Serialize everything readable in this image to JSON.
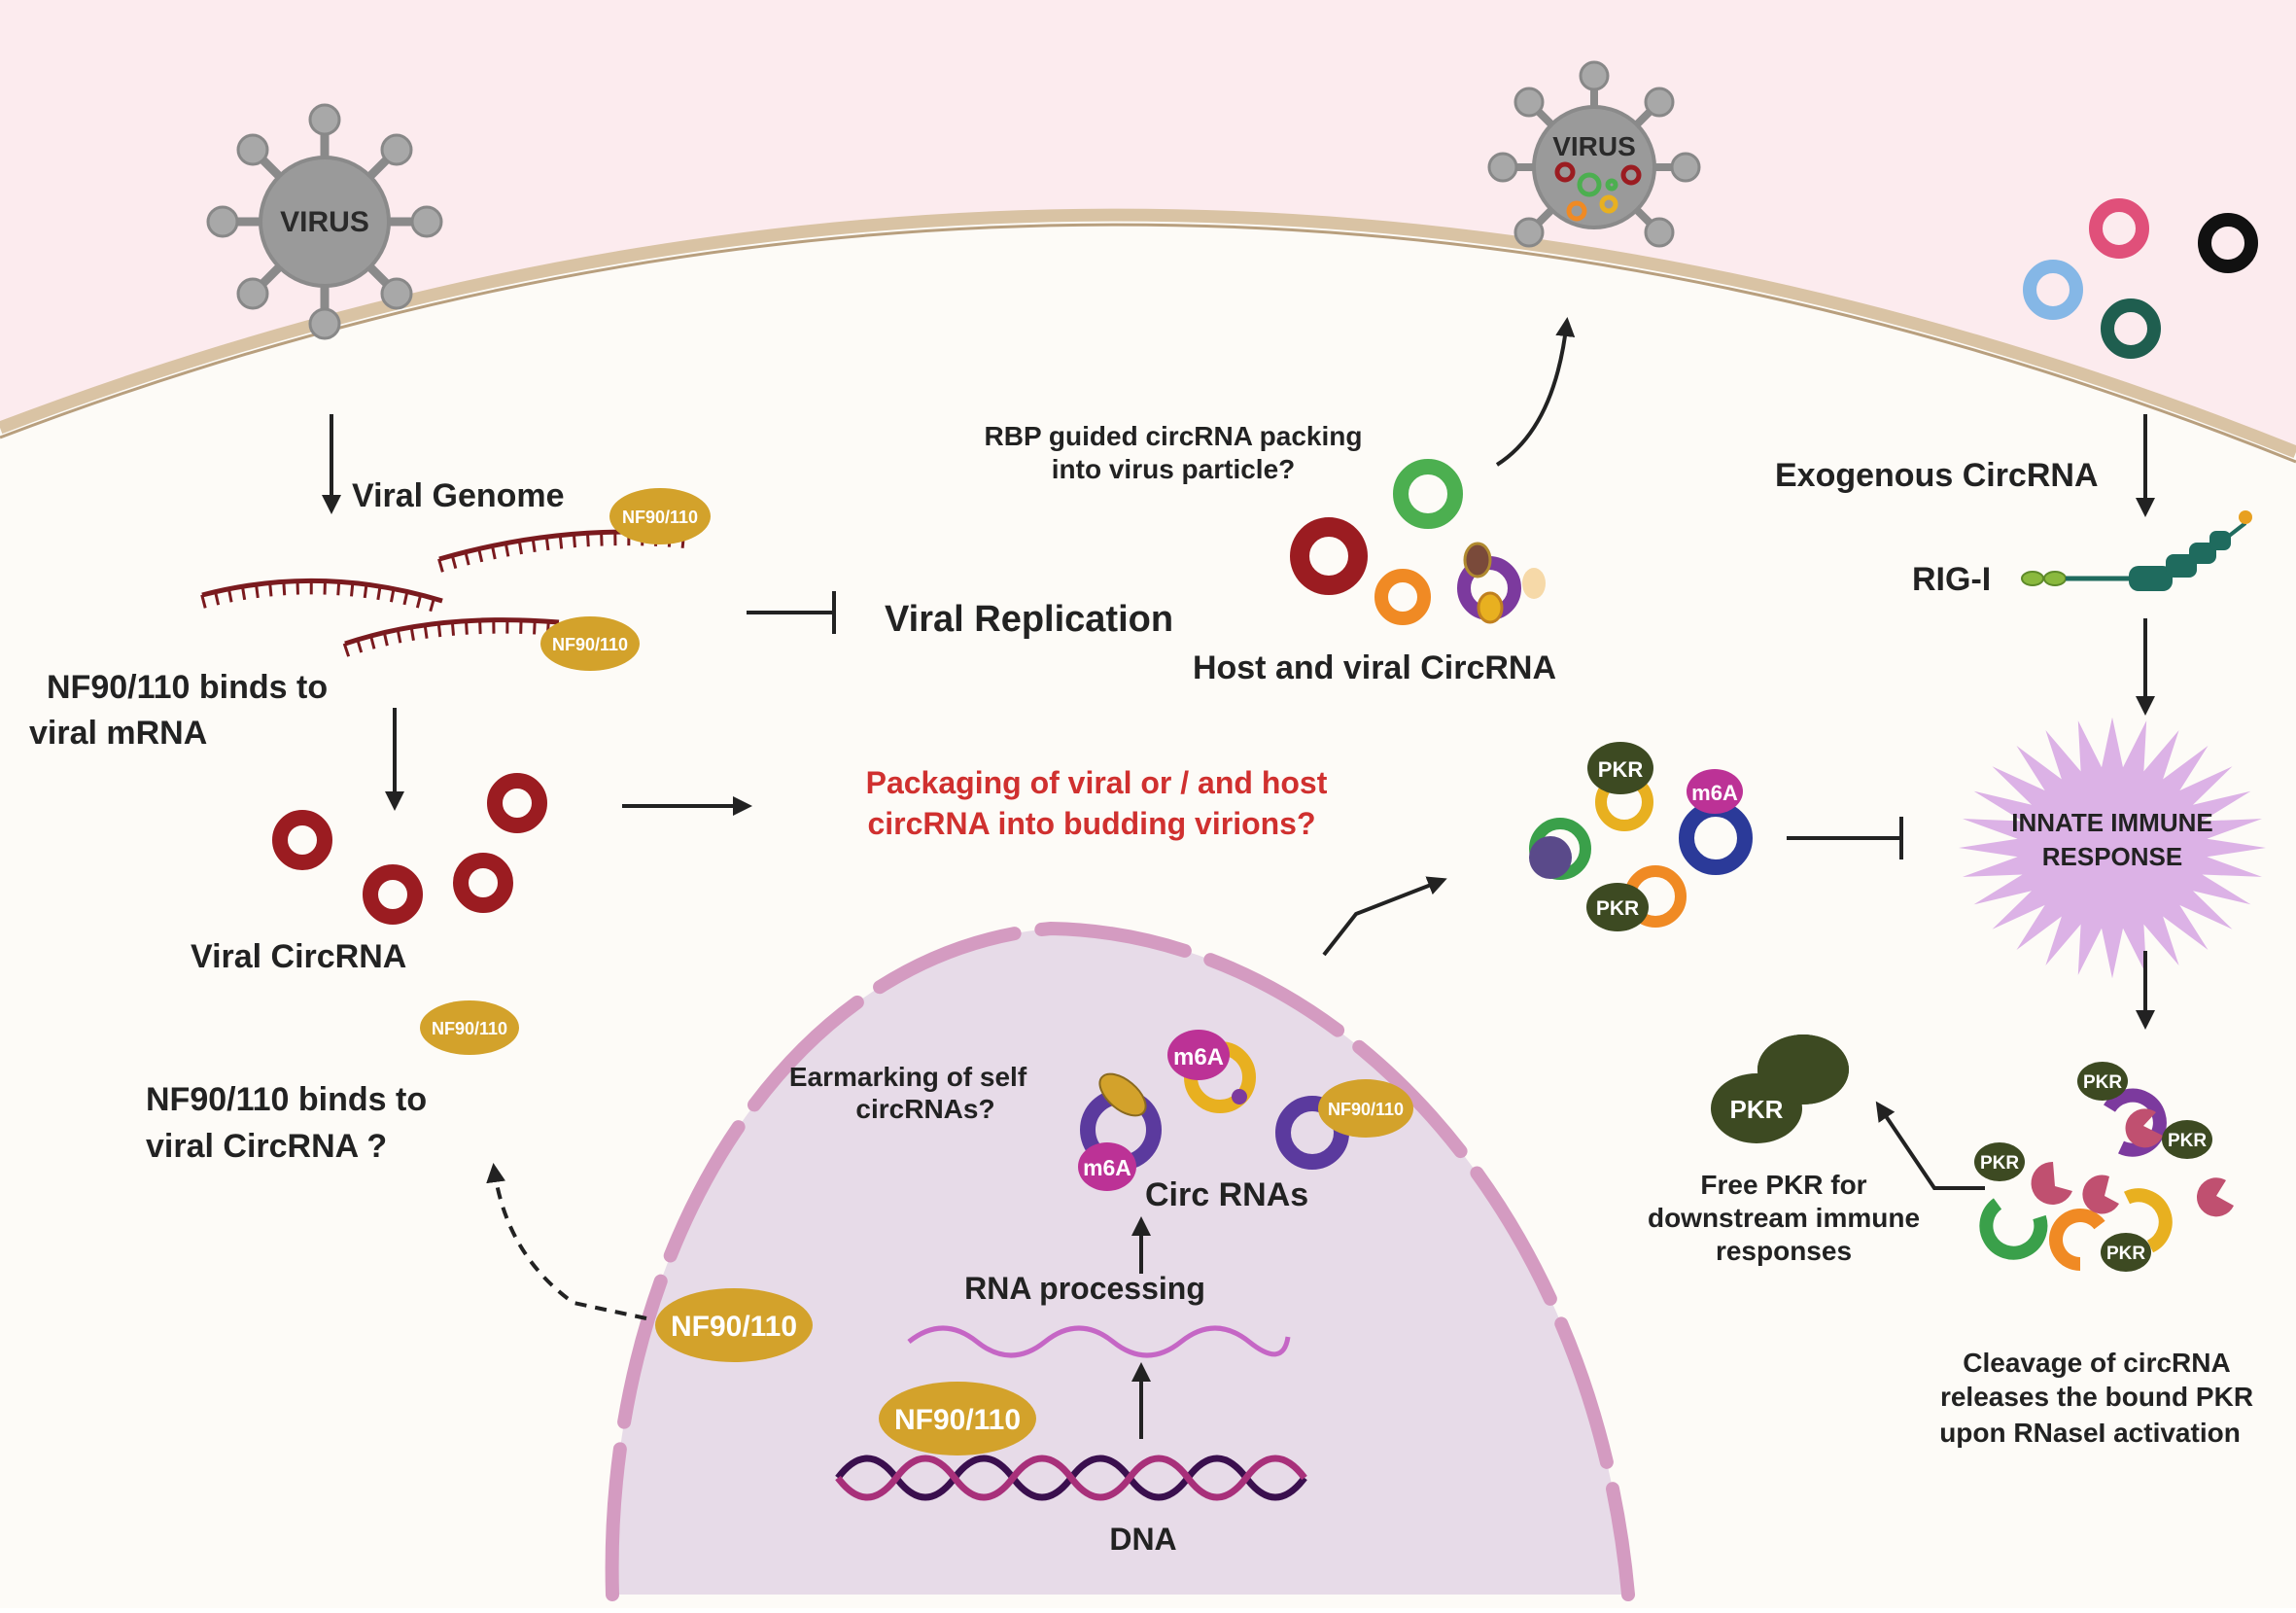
{
  "colors": {
    "outside": "#fcebee",
    "cytoplasm": "#fdfbf7",
    "membrane": "#d9c3a4",
    "membrane_edge": "#b89f7e",
    "nucleus": "#e7dbe8",
    "nucleus_edge": "#d49bc1",
    "virus": "#9a9a9a",
    "nf90": "#d3a22b",
    "viral_red": "#9b1c21",
    "pkr": "#3d4a22",
    "m6a": "#bc3296",
    "question_red": "#d0302f",
    "spike": "#dcb2e6",
    "text": "#222222"
  },
  "labels": {
    "virus_left": "VIRUS",
    "virus_right": "VIRUS",
    "viral_genome": "Viral Genome",
    "nf90_binds_mrna_1": "NF90/110 binds to",
    "nf90_binds_mrna_2": "viral mRNA",
    "viral_replication": "Viral Replication",
    "viral_circrna": "Viral CircRNA",
    "nf90_binds_circ_1": "NF90/110 binds to",
    "nf90_binds_circ_2": "viral CircRNA ?",
    "packaging_1": "Packaging of viral  or / and host",
    "packaging_2": "circRNA  into budding virions?",
    "rbp_1": "RBP guided circRNA packing",
    "rbp_2": "into virus particle?",
    "host_viral": "Host and viral CircRNA",
    "exogenous": "Exogenous CircRNA",
    "rigi": "RIG-I",
    "innate_1": "INNATE IMMUNE",
    "innate_2": "RESPONSE",
    "free_pkr_1": "Free PKR for",
    "free_pkr_2": "downstream immune",
    "free_pkr_3": "responses",
    "cleavage_1": "Cleavage of circRNA",
    "cleavage_2": "releases the bound PKR",
    "cleavage_3": "upon RNaseI activation",
    "earmarking_1": "Earmarking of self",
    "earmarking_2": "circRNAs?",
    "circ_rnas": "Circ RNAs",
    "rna_processing": "RNA processing",
    "dna": "DNA",
    "nf90": "NF90/110",
    "pkr": "PKR",
    "m6a": "m6A"
  }
}
